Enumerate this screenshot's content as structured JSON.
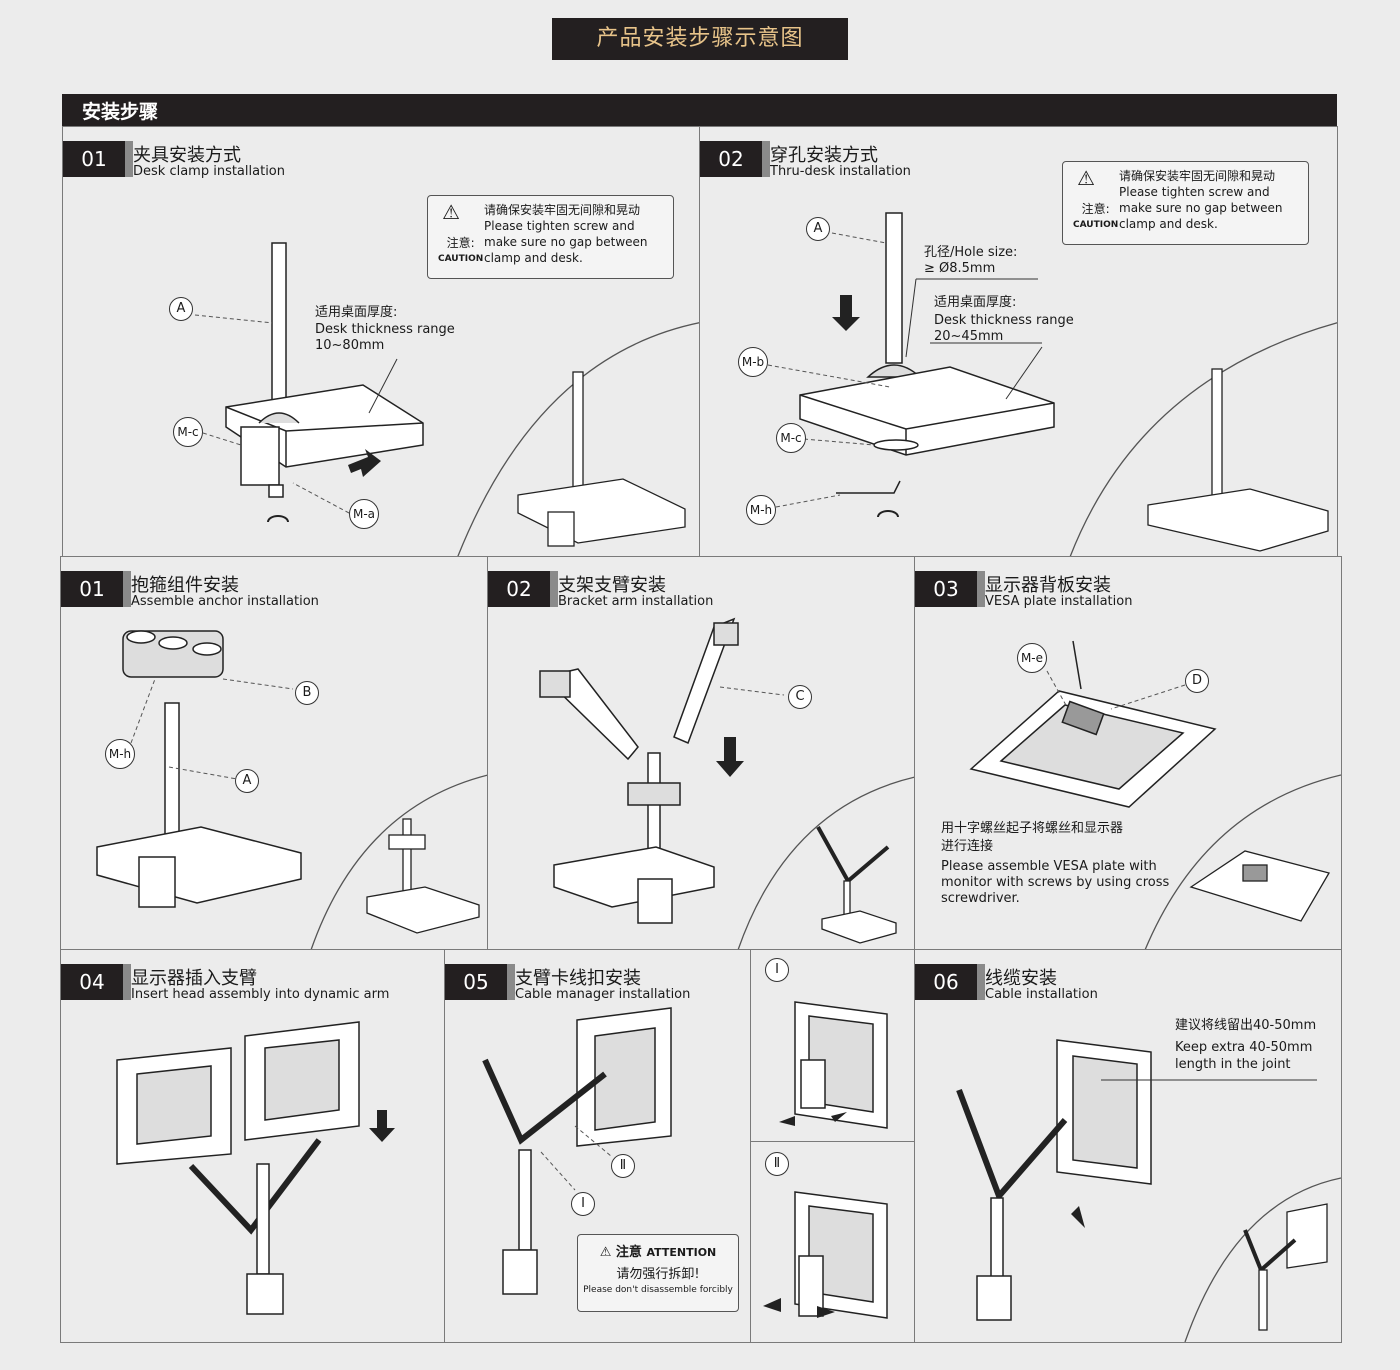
{
  "banner_title": "产品安装步骤示意图",
  "section_title": "安装步骤",
  "caution": {
    "zh": "请确保安装牢固无间隙和晃动",
    "en": "Please tighten screw and make sure no gap between clamp and desk.",
    "label_zh": "注意:",
    "label_en": "CAUTION"
  },
  "panels": {
    "clamp": {
      "num": "01",
      "title_cn": "夹具安装方式",
      "title_en": "Desk clamp installation",
      "thickness_cn": "适用桌面厚度:",
      "thickness_en": "Desk thickness range",
      "thickness_range": "10~80mm",
      "labels": [
        "A",
        "M-c",
        "M-a"
      ]
    },
    "thru": {
      "num": "02",
      "title_cn": "穿孔安装方式",
      "title_en": "Thru-desk installation",
      "hole_label": "孔径/Hole size:",
      "hole_size": "≥ Ø8.5mm",
      "thickness_cn": "适用桌面厚度:",
      "thickness_en": "Desk thickness range",
      "thickness_range": "20~45mm",
      "labels": [
        "A",
        "M-b",
        "M-c",
        "M-h"
      ]
    },
    "anchor": {
      "num": "01",
      "title_cn": "抱箍组件安装",
      "title_en": "Assemble anchor installation",
      "labels": [
        "B",
        "M-h",
        "A"
      ]
    },
    "bracket": {
      "num": "02",
      "title_cn": "支架支臂安装",
      "title_en": "Bracket arm installation",
      "labels": [
        "C"
      ]
    },
    "vesa": {
      "num": "03",
      "title_cn": "显示器背板安装",
      "title_en": "VESA plate installation",
      "desc_cn_1": "用十字螺丝起子将螺丝和显示器",
      "desc_cn_2": "进行连接",
      "desc_en_1": "Please assemble VESA plate with",
      "desc_en_2": "monitor with screws by using cross",
      "desc_en_3": "screwdriver.",
      "labels": [
        "M-e",
        "D"
      ]
    },
    "insert": {
      "num": "04",
      "title_cn": "显示器插入支臂",
      "title_en": "Insert head assembly into dynamic arm"
    },
    "cable_mgr": {
      "num": "05",
      "title_cn": "支臂卡线扣安装",
      "title_en": "Cable manager installation",
      "labels": [
        "Ⅱ",
        "Ⅰ"
      ],
      "attention_cn": "注意",
      "attention_en": "ATTENTION",
      "attention_msg_cn": "请勿强行拆卸!",
      "attention_msg_en": "Please don't disassemble forcibly"
    },
    "steps": {
      "label_1": "Ⅰ",
      "label_2": "Ⅱ"
    },
    "cable": {
      "num": "06",
      "title_cn": "线缆安装",
      "title_en": "Cable installation",
      "note_cn": "建议将线留出40-50mm",
      "note_en_1": "Keep extra 40-50mm",
      "note_en_2": "length in the joint"
    }
  },
  "icons": [
    "warning-icon",
    "arrow-down-icon",
    "rotate-icon",
    "arrow-right-icon"
  ]
}
